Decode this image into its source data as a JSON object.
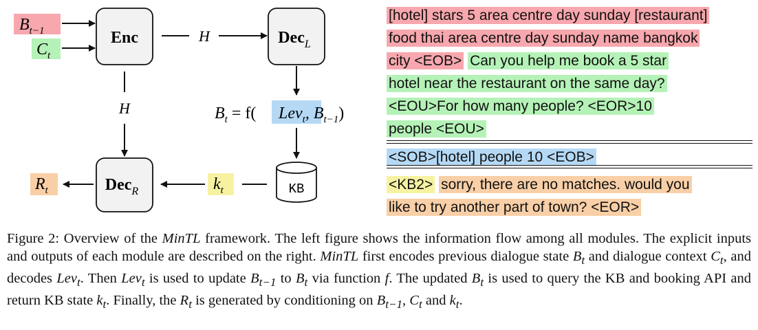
{
  "diagram": {
    "enc_label": "Enc",
    "dec_l_label": "Dec",
    "dec_l_sub": "L",
    "dec_r_label": "Dec",
    "dec_r_sub": "R",
    "input_b_main": "B",
    "input_b_sub": "t−1",
    "input_c_main": "C",
    "input_c_sub": "t",
    "h_label_top": "H",
    "h_label_left": "H",
    "eq_prefix": "B",
    "eq_prefix_sub": "t",
    "eq_mid": " = f(",
    "eq_lev": "Lev",
    "eq_lev_sub": "t",
    "eq_comma": ", B",
    "eq_tail_sub": "t−1",
    "eq_close": ")",
    "kb_label": "KB",
    "kt_main": "k",
    "kt_sub": "t",
    "rt_main": "R",
    "rt_sub": "t"
  },
  "example": {
    "line1": "[hotel] stars 5 area centre day sunday [restaurant]",
    "line2": "food thai area centre day sunday name bangkok",
    "line3_red": " city <EOB>",
    "line3_green": "Can you help me book a 5 star",
    "line4": "hotel near the restaurant on the same day?",
    "line5": "<EOU>For how many people? <EOR>10",
    "line6": " people <EOU>",
    "line7": "<SOB>[hotel] people 10 <EOB>",
    "line8_yellow": "<KB2>",
    "line8_orange": "sorry, there are no matches. would you",
    "line9": "like to try another part of town? <EOR>"
  },
  "caption": {
    "c1": "Figure 2: Overview of the ",
    "c2": "MinTL",
    "c3": " framework. The left figure shows the information flow among all modules. The explicit inputs and outputs of each module are described on the right. ",
    "c4": "MinTL",
    "c5": " first encodes previous dialogue state ",
    "c6": "B",
    "c6s": "t",
    "c7": " and dialogue context ",
    "c8": "C",
    "c8s": "t",
    "c9": ", and decodes ",
    "c10": "Lev",
    "c10s": "t",
    "c11": ". Then ",
    "c12": "Lev",
    "c12s": "t",
    "c13": " is used to update ",
    "c14": "B",
    "c14s": "t−1",
    "c15": " to ",
    "c16": "B",
    "c16s": "t",
    "c17": " via function ",
    "c18": "f",
    "c19": ". The updated ",
    "c20": "B",
    "c20s": "t",
    "c21": " is used to query the KB and booking API and return KB state ",
    "c22": "k",
    "c22s": "t",
    "c23": ". Finally, the ",
    "c24": "R",
    "c24s": "t",
    "c25": " is generated by conditioning on ",
    "c26": "B",
    "c26s": "t−1",
    "c27": ", ",
    "c28": "C",
    "c28s": "t",
    "c29": " and ",
    "c30": "k",
    "c30s": "t",
    "c31": "."
  },
  "colors": {
    "red": "#f7a7ad",
    "green": "#b5f2b7",
    "blue": "#b5d9f5",
    "orange": "#f8cfa7",
    "yellow": "#f7f2a2",
    "box_fill": "#f2f2f2"
  }
}
